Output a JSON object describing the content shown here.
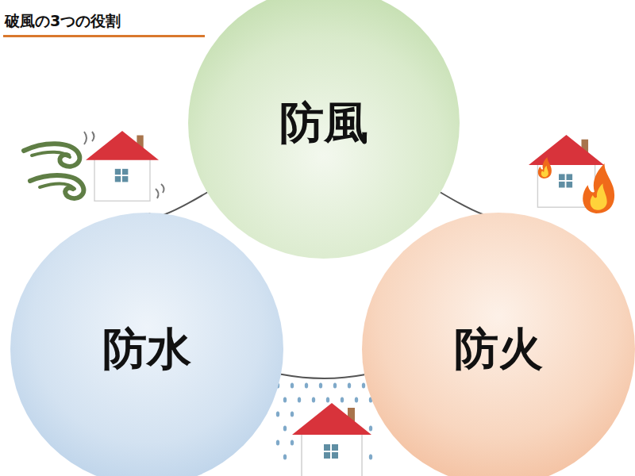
{
  "diagram": {
    "title": "破風の3つの役割",
    "nodes": [
      {
        "text": [
          "防風"
        ]
      },
      {
        "text": [
          "防水"
        ]
      },
      {
        "text": [
          "防火"
        ]
      }
    ],
    "edges": [
      {
        "from": 0,
        "to": 1,
        "arrow": "none"
      },
      {
        "from": 0,
        "to": 2,
        "arrow": "none"
      },
      {
        "from": 1,
        "to": 2,
        "arrow": "none"
      }
    ]
  }
}
